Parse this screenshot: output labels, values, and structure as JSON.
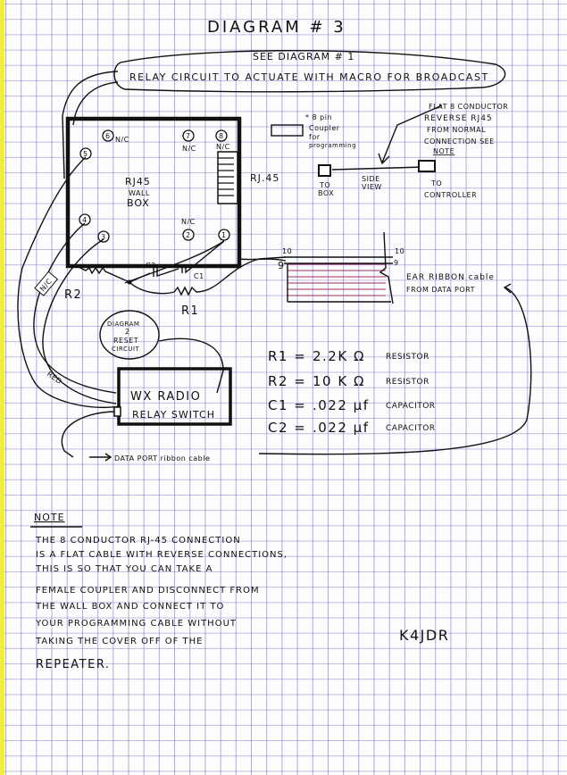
{
  "title": "DIAGRAM # 3",
  "callout": {
    "ref": "SEE DIAGRAM # 1",
    "text": "RELAY CIRCUIT TO ACTUATE WITH MACRO FOR BROADCAST"
  },
  "wall_box": {
    "label_lines": [
      "RJ45",
      "WALL",
      "BOX"
    ],
    "jack_label": "RJ.45",
    "pins": [
      {
        "num": "1",
        "label": ""
      },
      {
        "num": "2",
        "label": "N/C"
      },
      {
        "num": "3",
        "label": ""
      },
      {
        "num": "4",
        "label": ""
      },
      {
        "num": "5",
        "label": ""
      },
      {
        "num": "6",
        "label": "N/C"
      },
      {
        "num": "7",
        "label": "N/C"
      },
      {
        "num": "8",
        "label": "N/C"
      }
    ]
  },
  "coupler": {
    "lines": [
      "* 8 pin",
      "Coupler",
      "for",
      "programming"
    ]
  },
  "cable": {
    "note_lines": [
      "FLAT 8 CONDUCTOR",
      "REVERSE RJ45",
      "FROM NORMAL",
      "CONNECTION SEE",
      "NOTE"
    ],
    "to_box": [
      "TO",
      "BOX"
    ],
    "side_view": [
      "SIDE",
      "VIEW"
    ],
    "to_controller": [
      "TO",
      "CONTROLLER"
    ]
  },
  "components": {
    "c1": "C1",
    "c2": "C2",
    "r1": "R1",
    "r2": "R2",
    "nc_tag": "N/C",
    "red_tag": "RED"
  },
  "ribbon": {
    "pin10_left": "10",
    "pin9_left": "9",
    "pin10_right": "10",
    "pin9_right": "9",
    "label_lines": [
      "EAR RIBBON cable",
      "FROM DATA PORT"
    ]
  },
  "reset": {
    "lines": [
      "DIAGRAM",
      "2",
      "RESET",
      "CIRCUIT"
    ]
  },
  "radio_box": {
    "line1": "WX RADIO",
    "line2": "RELAY SWITCH"
  },
  "data_port_label": "DATA PORT ribbon cable",
  "parts_list": [
    {
      "name": "R1 =",
      "value": "2.2K Ω",
      "type": "RESISTOR"
    },
    {
      "name": "R2 =",
      "value": "10 K Ω",
      "type": "RESISTOR"
    },
    {
      "name": "C1 =",
      "value": ".022 µf",
      "type": "CAPACITOR"
    },
    {
      "name": "C2 =",
      "value": ".022 µf",
      "type": "CAPACITOR"
    }
  ],
  "note": {
    "heading": "NOTE",
    "lines": [
      "THE 8 CONDUCTOR RJ-45 CONNECTION",
      "IS A FLAT CABLE WITH REVERSE CONNECTIONS,",
      "THIS IS SO THAT YOU CAN TAKE A",
      "FEMALE COUPLER AND DISCONNECT FROM",
      "THE WALL BOX AND CONNECT IT TO",
      "YOUR PROGRAMMING CABLE WITHOUT",
      "TAKING THE COVER OFF OF THE",
      "REPEATER."
    ]
  },
  "signature": "K4JDR"
}
